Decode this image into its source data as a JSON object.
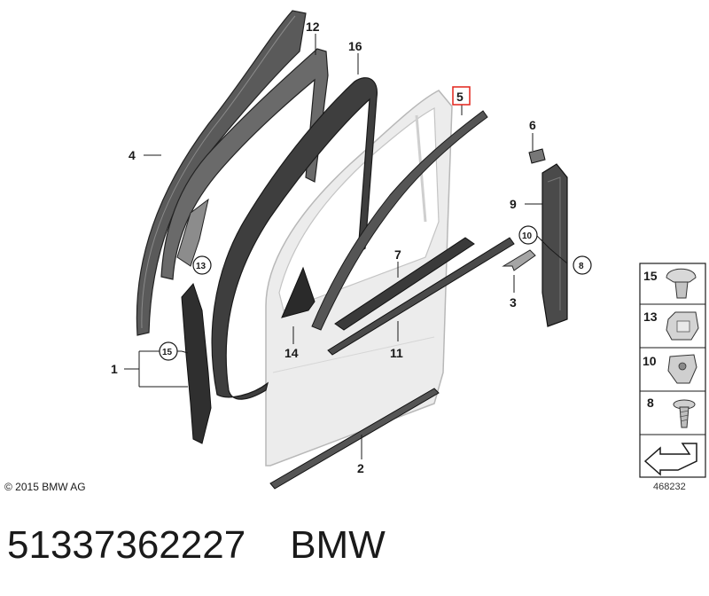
{
  "diagram": {
    "callouts": [
      "1",
      "2",
      "3",
      "4",
      "5",
      "6",
      "7",
      "8",
      "9",
      "10",
      "11",
      "12",
      "13",
      "14",
      "15",
      "16"
    ],
    "circled_callouts": [
      "13",
      "15",
      "10",
      "8"
    ],
    "highlighted_callout": "5",
    "legend": [
      {
        "num": "15",
        "icon": "push-clip-icon"
      },
      {
        "num": "13",
        "icon": "expanding-nut-icon"
      },
      {
        "num": "10",
        "icon": "clip-nut-icon"
      },
      {
        "num": "8",
        "icon": "screw-icon"
      },
      {
        "num": "",
        "icon": "arrow-icon"
      }
    ],
    "colors": {
      "highlight": "#e2231a",
      "line": "#1a1a1a",
      "seal": "#4d4d4d",
      "door": "#e6e6e6"
    }
  },
  "copyright": "© 2015 BMW AG",
  "diagram_number": "468232",
  "part": {
    "number": "51337362227",
    "brand": "BMW"
  }
}
